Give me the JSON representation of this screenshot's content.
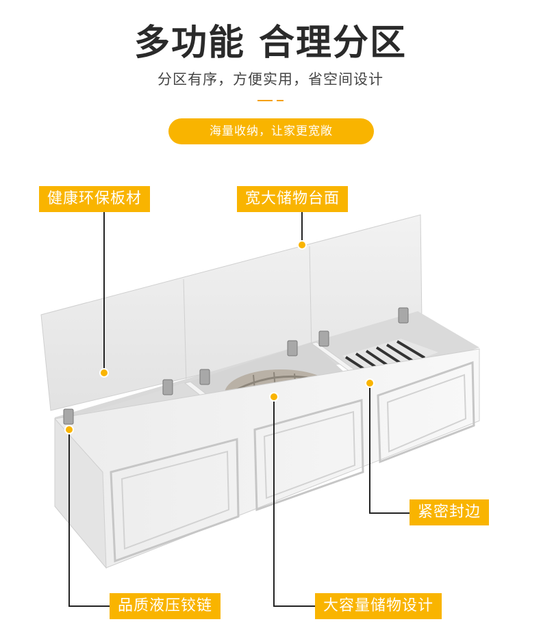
{
  "heading": {
    "title": "多功能 合理分区",
    "subtitle": "分区有序，方便实用，省空间设计",
    "pill": "海量收纳，让家更宽敞",
    "accent_color": "#f9b400"
  },
  "labels": {
    "board": "健康环保板材",
    "surface": "宽大储物台面",
    "seal": "紧密封边",
    "hinge": "品质液压铰链",
    "storage": "大容量储物设计"
  }
}
